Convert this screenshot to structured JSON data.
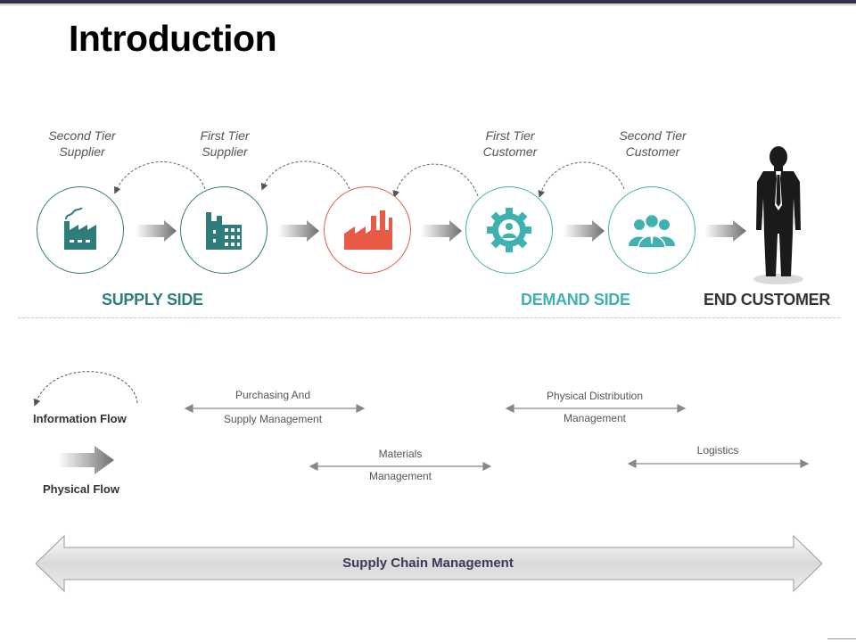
{
  "title": "Introduction",
  "tiers": [
    {
      "line1": "Second Tier",
      "line2": "Supplier"
    },
    {
      "line1": "First Tier",
      "line2": "Supplier"
    },
    {
      "line1": "First Tier",
      "line2": "Customer"
    },
    {
      "line1": "Second Tier",
      "line2": "Customer"
    }
  ],
  "nodes": [
    {
      "icon": "factory-smoke-icon",
      "color": "#2e7d7a"
    },
    {
      "icon": "factory-building-icon",
      "color": "#2e7d7a"
    },
    {
      "icon": "factory-chimneys-icon",
      "color": "#e85a45"
    },
    {
      "icon": "gear-person-icon",
      "color": "#3fb1b0"
    },
    {
      "icon": "people-group-icon",
      "color": "#3fb1b0"
    }
  ],
  "end_customer_icon": "businessman-silhouette-icon",
  "sides": {
    "supply": "SUPPLY SIDE",
    "demand": "DEMAND SIDE",
    "end": "END CUSTOMER"
  },
  "legend": {
    "information_flow": "Information Flow",
    "physical_flow": "Physical Flow"
  },
  "flows": {
    "purchasing_1": "Purchasing And",
    "purchasing_2": "Supply Management",
    "materials_1": "Materials",
    "materials_2": "Management",
    "physical_1": "Physical Distribution",
    "physical_2": "Management",
    "logistics": "Logistics"
  },
  "scm": "Supply Chain Management",
  "colors": {
    "teal": "#2e7d7a",
    "red": "#e85a45",
    "cyan": "#3fb1b0"
  }
}
